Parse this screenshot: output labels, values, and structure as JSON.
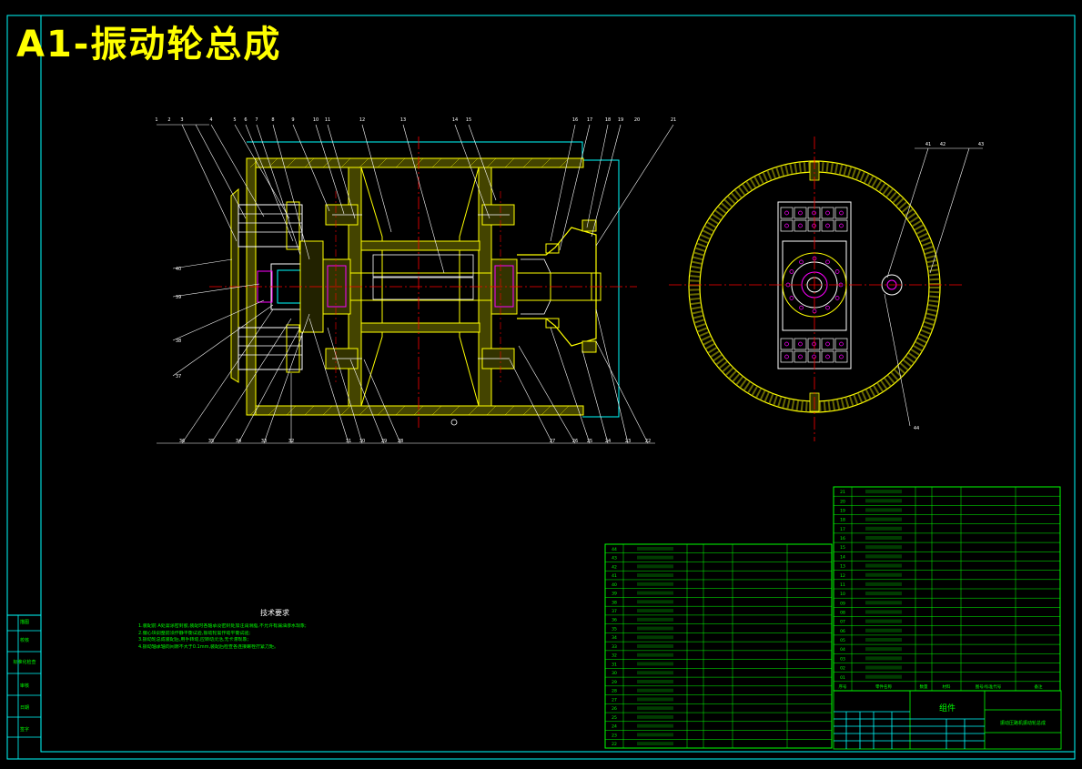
{
  "drawing": {
    "title": "A1-振动轮总成"
  },
  "tech_requirements": {
    "heading": "技术要求",
    "lines": [
      "1.装配前 A处需涂密封胶,装配时各轴承及密封处加注润滑脂,不允许有漏油渗水现象;",
      "2.偏心块调整前须作静平衡试验,振动轮需作动平衡试验;",
      "3.振动轮总成装配后,用手转动,应转动灵活,无卡滞现象;",
      "4.振动轴承轴向间隙不大于0.1mm,装配后检查各连接螺栓拧紧力矩。"
    ]
  },
  "callouts_top": [
    "1",
    "2",
    "3",
    "4",
    "5",
    "6",
    "7",
    "8",
    "9",
    "10",
    "11",
    "12",
    "13",
    "14",
    "15",
    "16",
    "17",
    "18",
    "19",
    "20",
    "21"
  ],
  "callouts_bottom": [
    "36",
    "35",
    "34",
    "33",
    "32",
    "31",
    "30",
    "29",
    "28",
    "27",
    "26",
    "25",
    "24",
    "23",
    "22"
  ],
  "callouts_left": [
    "40",
    "39",
    "38",
    "37"
  ],
  "callouts_right": [
    "41",
    "42",
    "43",
    "44"
  ],
  "left_column_labels": [
    "描图",
    "校核",
    "标准化检查",
    "审核",
    "日期",
    "签字"
  ],
  "bom_left_rows": [
    "44",
    "43",
    "42",
    "41",
    "40",
    "39",
    "38",
    "37",
    "36",
    "35",
    "34",
    "33",
    "32",
    "31",
    "30",
    "29",
    "28",
    "27",
    "26",
    "25",
    "24",
    "23",
    "22"
  ],
  "bom_right_rows": [
    "21",
    "20",
    "19",
    "18",
    "17",
    "16",
    "15",
    "14",
    "13",
    "12",
    "11",
    "10",
    "09",
    "08",
    "07",
    "06",
    "05",
    "04",
    "03",
    "02",
    "01"
  ],
  "bom_header": [
    "序号",
    "零件名称",
    "数量",
    "材料",
    "图号/标准代号",
    "备注"
  ],
  "title_block": {
    "label": "组件",
    "name": "振动压路机振动轮总成"
  }
}
